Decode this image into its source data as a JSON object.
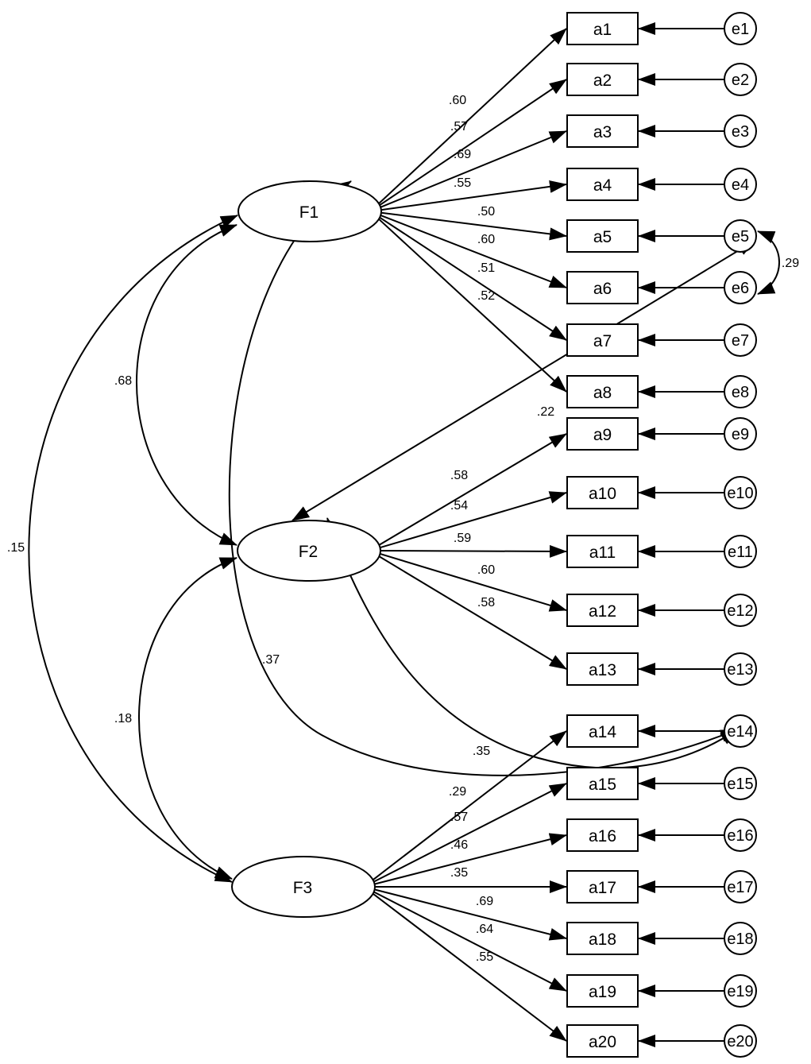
{
  "colors": {
    "background": "#ffffff",
    "stroke": "#000000"
  },
  "factors": [
    {
      "id": "F1",
      "label": "F1"
    },
    {
      "id": "F2",
      "label": "F2"
    },
    {
      "id": "F3",
      "label": "F3"
    }
  ],
  "items": [
    {
      "label": "a1",
      "error": "e1",
      "factor": "F1",
      "loading": ".60"
    },
    {
      "label": "a2",
      "error": "e2",
      "factor": "F1",
      "loading": ".57"
    },
    {
      "label": "a3",
      "error": "e3",
      "factor": "F1",
      "loading": ".69"
    },
    {
      "label": "a4",
      "error": "e4",
      "factor": "F1",
      "loading": ".55"
    },
    {
      "label": "a5",
      "error": "e5",
      "factor": "F1",
      "loading": ".50"
    },
    {
      "label": "a6",
      "error": "e6",
      "factor": "F1",
      "loading": ".60"
    },
    {
      "label": "a7",
      "error": "e7",
      "factor": "F1",
      "loading": ".51"
    },
    {
      "label": "a8",
      "error": "e8",
      "factor": "F1",
      "loading": ".52"
    },
    {
      "label": "a9",
      "error": "e9",
      "factor": "F2",
      "loading": ".58"
    },
    {
      "label": "a10",
      "error": "e10",
      "factor": "F2",
      "loading": ".54"
    },
    {
      "label": "a11",
      "error": "e11",
      "factor": "F2",
      "loading": ".59"
    },
    {
      "label": "a12",
      "error": "e12",
      "factor": "F2",
      "loading": ".60"
    },
    {
      "label": "a13",
      "error": "e13",
      "factor": "F2",
      "loading": ".58"
    },
    {
      "label": "a14",
      "error": "e14",
      "factor": "F3",
      "loading": ".29"
    },
    {
      "label": "a15",
      "error": "e15",
      "factor": "F3",
      "loading": ".57"
    },
    {
      "label": "a16",
      "error": "e16",
      "factor": "F3",
      "loading": ".46"
    },
    {
      "label": "a17",
      "error": "e17",
      "factor": "F3",
      "loading": ".35"
    },
    {
      "label": "a18",
      "error": "e18",
      "factor": "F3",
      "loading": ".69"
    },
    {
      "label": "a19",
      "error": "e19",
      "factor": "F3",
      "loading": ".64"
    },
    {
      "label": "a20",
      "error": "e20",
      "factor": "F3",
      "loading": ".55"
    }
  ],
  "correlations": [
    {
      "from": "F1",
      "to": "F2",
      "value": ".68"
    },
    {
      "from": "F2",
      "to": "F3",
      "value": ".18"
    },
    {
      "from": "F1",
      "to": "F3",
      "value": ".15"
    },
    {
      "from": "F1",
      "to": "e14",
      "value": ".37"
    },
    {
      "from": "F2",
      "to": "e14",
      "value": ".35"
    },
    {
      "from": "F2",
      "to": "e5",
      "value": ".22"
    },
    {
      "from": "e5",
      "to": "e6",
      "value": ".29"
    }
  ]
}
